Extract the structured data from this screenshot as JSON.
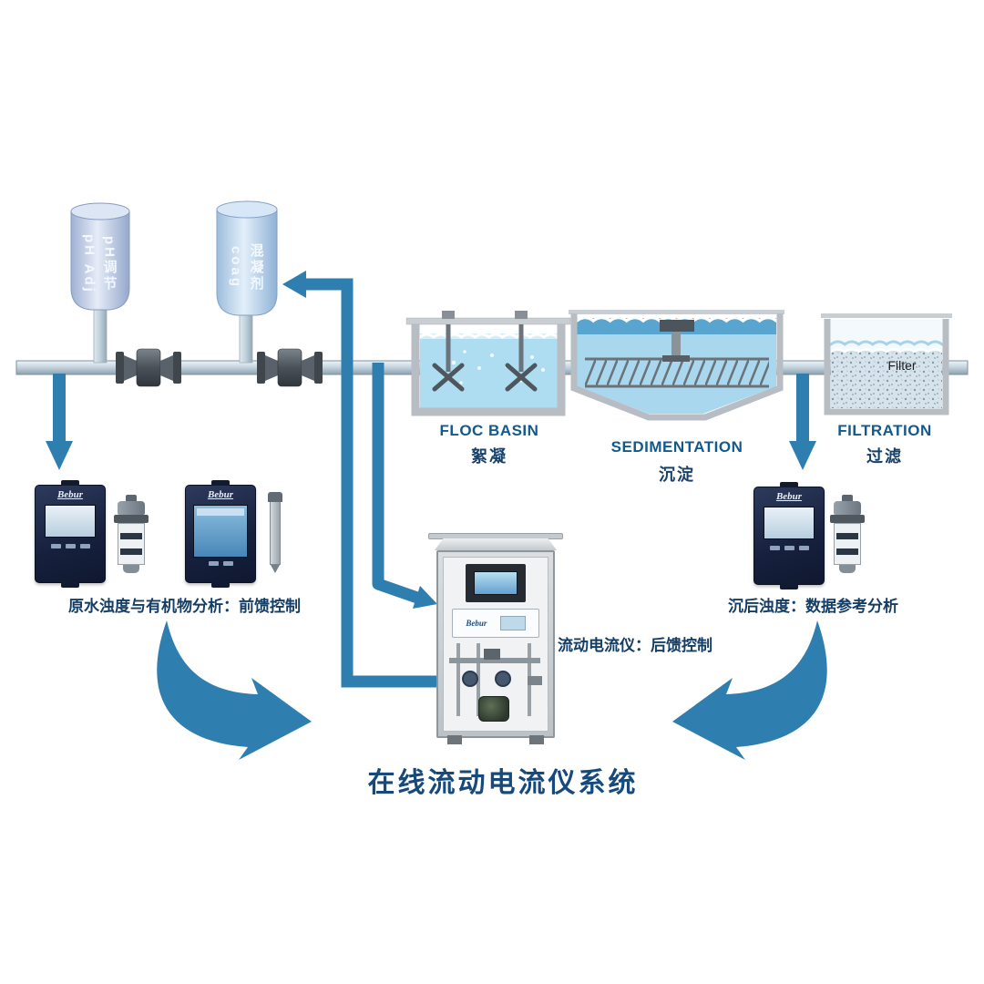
{
  "title": "在线流动电流仪系统",
  "colors": {
    "arrow_accent": "#2e7fb0",
    "label_en": "#135a8c",
    "label_zh": "#17416b",
    "water": "#aedcf0"
  },
  "tanks": {
    "ph": {
      "en": "pH Adj",
      "zh": "pH调节"
    },
    "coag": {
      "en": "coag",
      "zh": "混凝剂"
    }
  },
  "stages": {
    "floc": {
      "en": "FLOC BASIN",
      "zh": "絮凝"
    },
    "sedimentation": {
      "en": "SEDIMENTATION",
      "zh": "沉淀"
    },
    "filtration": {
      "en": "FILTRATION",
      "zh": "过滤",
      "media": "Filter"
    }
  },
  "instruments": {
    "brand": "Bebur",
    "feedforward_caption": "原水浊度与有机物分析：前馈控制",
    "feedback_caption": "流动电流仪：后馈控制",
    "reference_caption": "沉后浊度：数据参考分析"
  }
}
